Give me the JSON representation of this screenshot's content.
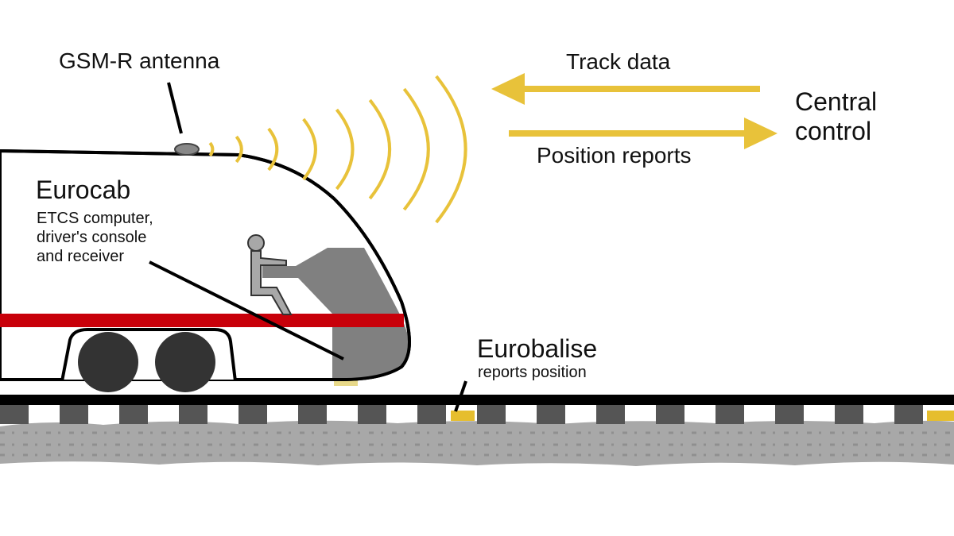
{
  "labels": {
    "antenna": "GSM-R antenna",
    "eurocab_title": "Eurocab",
    "eurocab_desc_1": "ETCS computer,",
    "eurocab_desc_2": "driver's console",
    "eurocab_desc_3": "and receiver",
    "eurobalise_title": "Eurobalise",
    "eurobalise_desc": "reports position",
    "track_data": "Track data",
    "position_reports": "Position reports",
    "central_control_1": "Central",
    "central_control_2": "control"
  },
  "colors": {
    "signal": "#e8c23a",
    "stripe": "#c8000a",
    "console": "#808080",
    "sleeper": "#555555",
    "ballast": "#a9a9a9",
    "balise": "#e6be2e"
  }
}
